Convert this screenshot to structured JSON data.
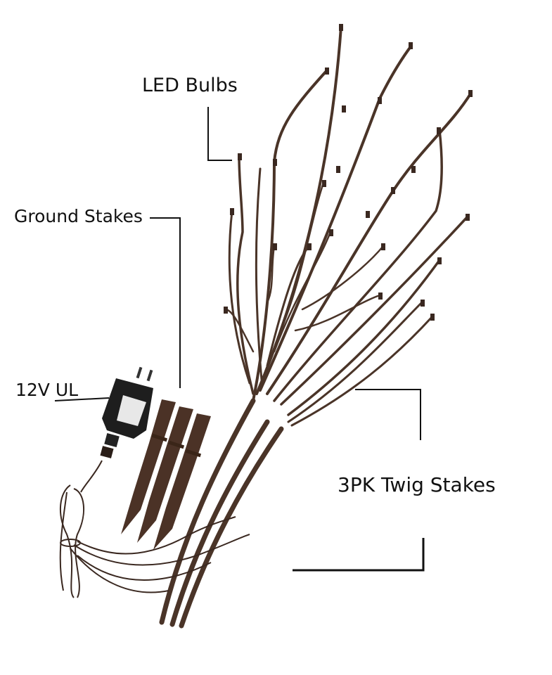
{
  "product_image": {
    "background": "#ffffff",
    "labels": {
      "led_bulbs": "LED Bulbs",
      "ground_stakes": "Ground Stakes",
      "adapter": "12V UL",
      "twig_stakes": "3PK Twig Stakes"
    },
    "colors": {
      "twig": "#4a3428",
      "twig_dark": "#2e1f18",
      "stake": "#4b3226",
      "adapter": "#1e1e1e",
      "label_plate": "#e8e8e8",
      "leader_line": "#111111"
    },
    "stake_count": 3
  }
}
